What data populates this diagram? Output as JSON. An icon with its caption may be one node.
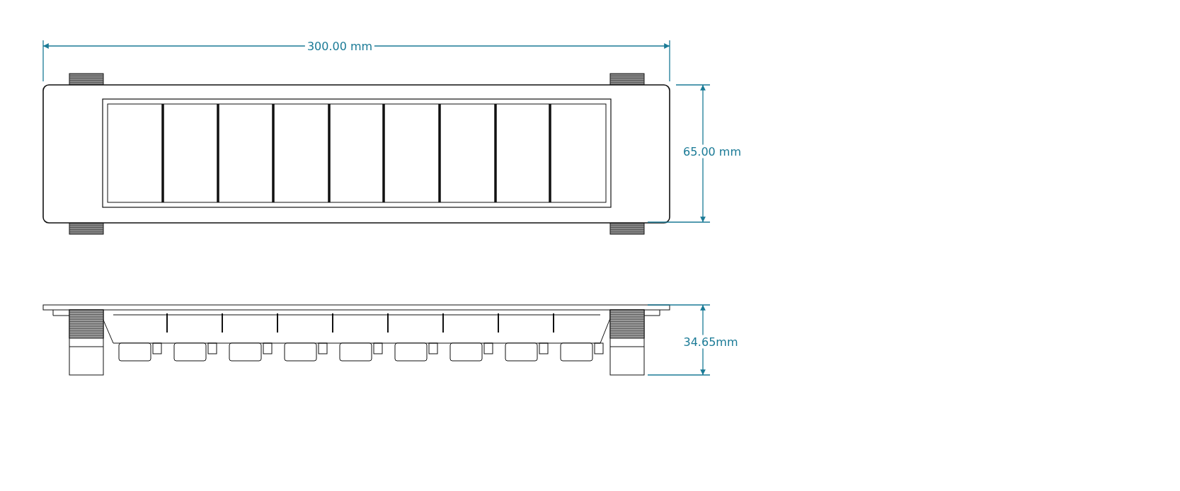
{
  "diagram": {
    "labels": [
      "300.00 mm",
      "65.00 mm",
      "34.65mm"
    ]
  }
}
